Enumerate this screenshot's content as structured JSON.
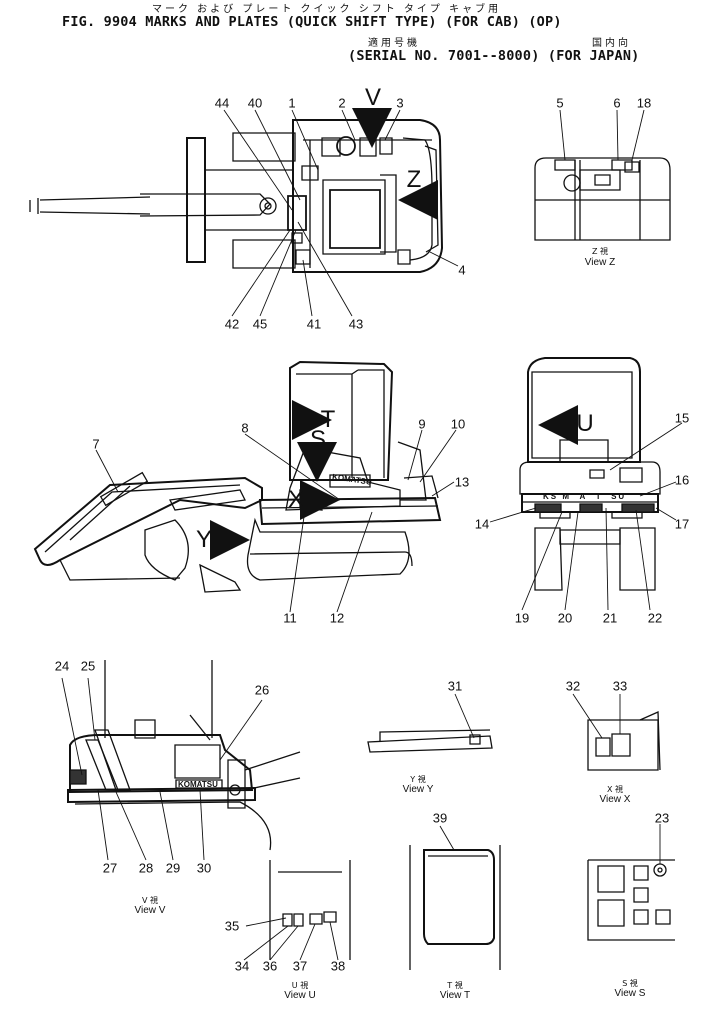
{
  "header": {
    "jp_line1": "マーク および プレート クイック シフト タイプ キャブ用",
    "title": "FIG. 9904  MARKS AND PLATES (QUICK SHIFT TYPE) (FOR CAB) (OP)",
    "jp_line2_left": "適用号機",
    "jp_line2_right": "国内向",
    "serial": "(SERIAL NO. 7001--8000) (FOR JAPAN)"
  },
  "direction_letters": {
    "V": "V",
    "Z": "Z",
    "T": "T",
    "S": "S",
    "X": "X",
    "Y": "Y",
    "U": "U"
  },
  "brand_text": "KOMATSU",
  "brand_letters": [
    "K",
    "S",
    "M",
    "A",
    "T",
    "S",
    "U"
  ],
  "callouts": [
    "1",
    "2",
    "3",
    "4",
    "5",
    "6",
    "7",
    "8",
    "9",
    "10",
    "11",
    "12",
    "13",
    "14",
    "15",
    "16",
    "17",
    "18",
    "19",
    "20",
    "21",
    "22",
    "23",
    "24",
    "25",
    "26",
    "27",
    "28",
    "29",
    "30",
    "31",
    "32",
    "33",
    "34",
    "35",
    "36",
    "37",
    "38",
    "39",
    "40",
    "41",
    "42",
    "43",
    "44",
    "45"
  ],
  "views": {
    "z": {
      "jp": "Z 視",
      "en": "View Z"
    },
    "y": {
      "jp": "Y 視",
      "en": "View Y"
    },
    "x": {
      "jp": "X 視",
      "en": "View X"
    },
    "v": {
      "jp": "V 視",
      "en": "View V"
    },
    "u": {
      "jp": "U 視",
      "en": "View U"
    },
    "t": {
      "jp": "T 視",
      "en": "View T"
    },
    "s": {
      "jp": "S 視",
      "en": "View S"
    }
  }
}
